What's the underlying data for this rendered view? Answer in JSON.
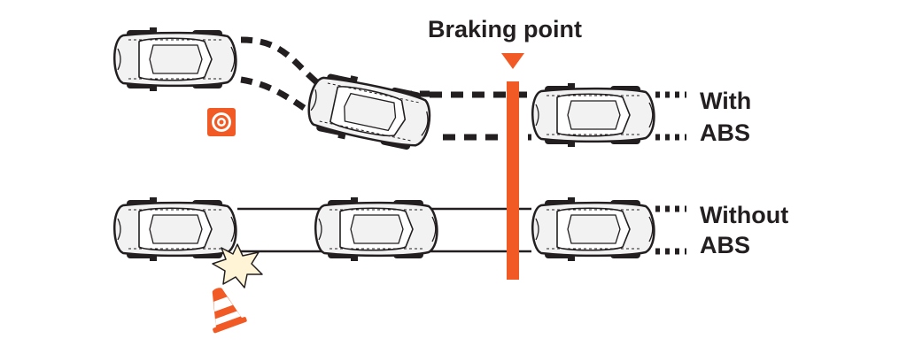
{
  "diagram": {
    "title": "Braking point",
    "with_abs": {
      "line1": "With",
      "line2": "ABS"
    },
    "without_abs": {
      "line1": "Without",
      "line2": "ABS"
    },
    "icons": [
      "car-icon",
      "target-icon",
      "traffic-cone-icon",
      "impact-burst-icon",
      "down-triangle-icon"
    ],
    "colors": {
      "accent": "#f15a24",
      "track": "#231f20",
      "car_body": "#f2f2f2",
      "car_outline": "#231f20",
      "text": "#231f20"
    }
  }
}
